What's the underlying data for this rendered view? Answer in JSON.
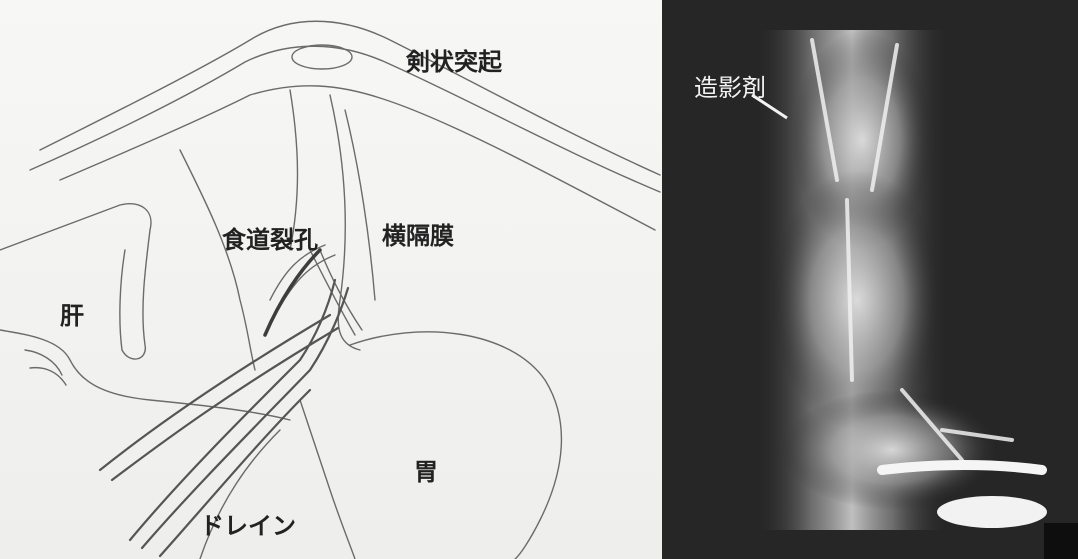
{
  "labels": {
    "xiphoid": "剣状突起",
    "hiatus": "食道裂孔",
    "diaphragm": "横隔膜",
    "liver": "肝",
    "stomach": "胃",
    "drain": "ドレイン",
    "contrast": "造影剤"
  }
}
